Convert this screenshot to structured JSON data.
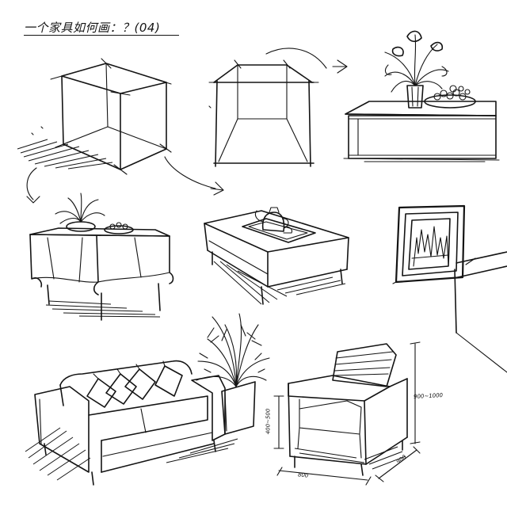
{
  "title": "一个家具如何画：？(04)",
  "dimensions": {
    "armchair_width": "800",
    "armchair_depth": "900",
    "armchair_height": "900~1000",
    "armchair_seat": "400~500"
  }
}
